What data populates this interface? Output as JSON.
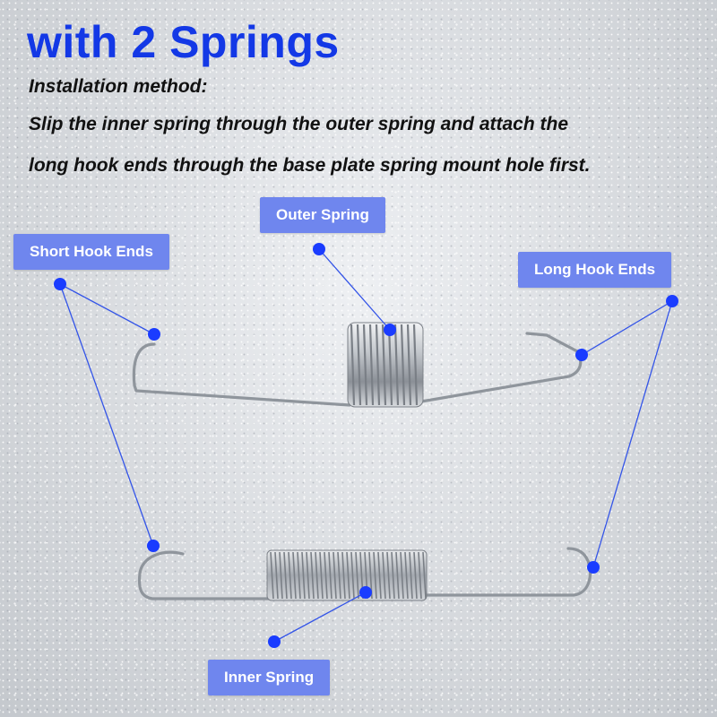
{
  "headline": "with 2 Springs",
  "subtitle": "Installation method:",
  "instructions": [
    "Slip the inner spring through the outer spring  and attach the",
    "long hook ends through the base plate spring mount hole first."
  ],
  "labels": {
    "outer_spring": "Outer Spring",
    "short_hook_ends": "Short Hook Ends",
    "long_hook_ends": "Long Hook Ends",
    "inner_spring": "Inner Spring"
  },
  "colors": {
    "headline": "#1338e6",
    "label_background": "#6f86ee",
    "marker_dot": "#1a3cff",
    "leader_line": "#3354e8",
    "spring_metal": "#9aa0a7"
  }
}
